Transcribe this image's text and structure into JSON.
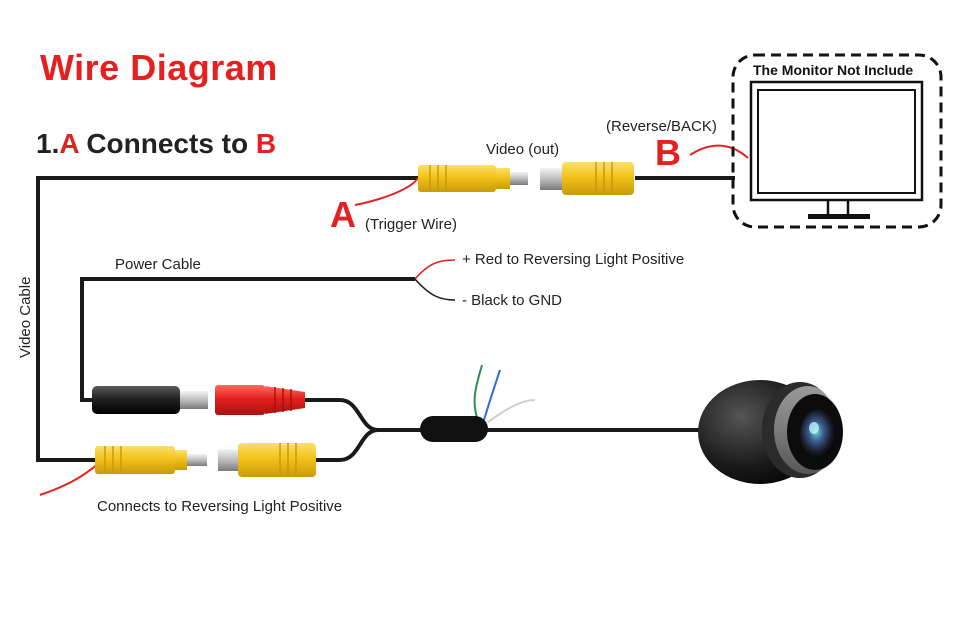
{
  "title": "Wire Diagram",
  "subtitle": {
    "prefix": "1.",
    "from": "A",
    "middle": " Connects to ",
    "to": "B"
  },
  "labels": {
    "video_out": "Video (out)",
    "reverse_back": "(Reverse/BACK)",
    "letter_a": "A",
    "trigger_wire": "(Trigger Wire)",
    "letter_b": "B",
    "monitor_not_included": "The Monitor Not Include",
    "power_cable": "Power Cable",
    "red_wire": "+ Red to Reversing Light Positive",
    "black_wire": "- Black to GND",
    "video_cable": "Video Cable",
    "connects_reversing": "Connects to Reversing Light Positive"
  },
  "colors": {
    "accent_red": "#e5211f",
    "rca_yellow": "#f2c21a",
    "rca_red": "#e3201d",
    "cable_black": "#1a1a1a"
  }
}
